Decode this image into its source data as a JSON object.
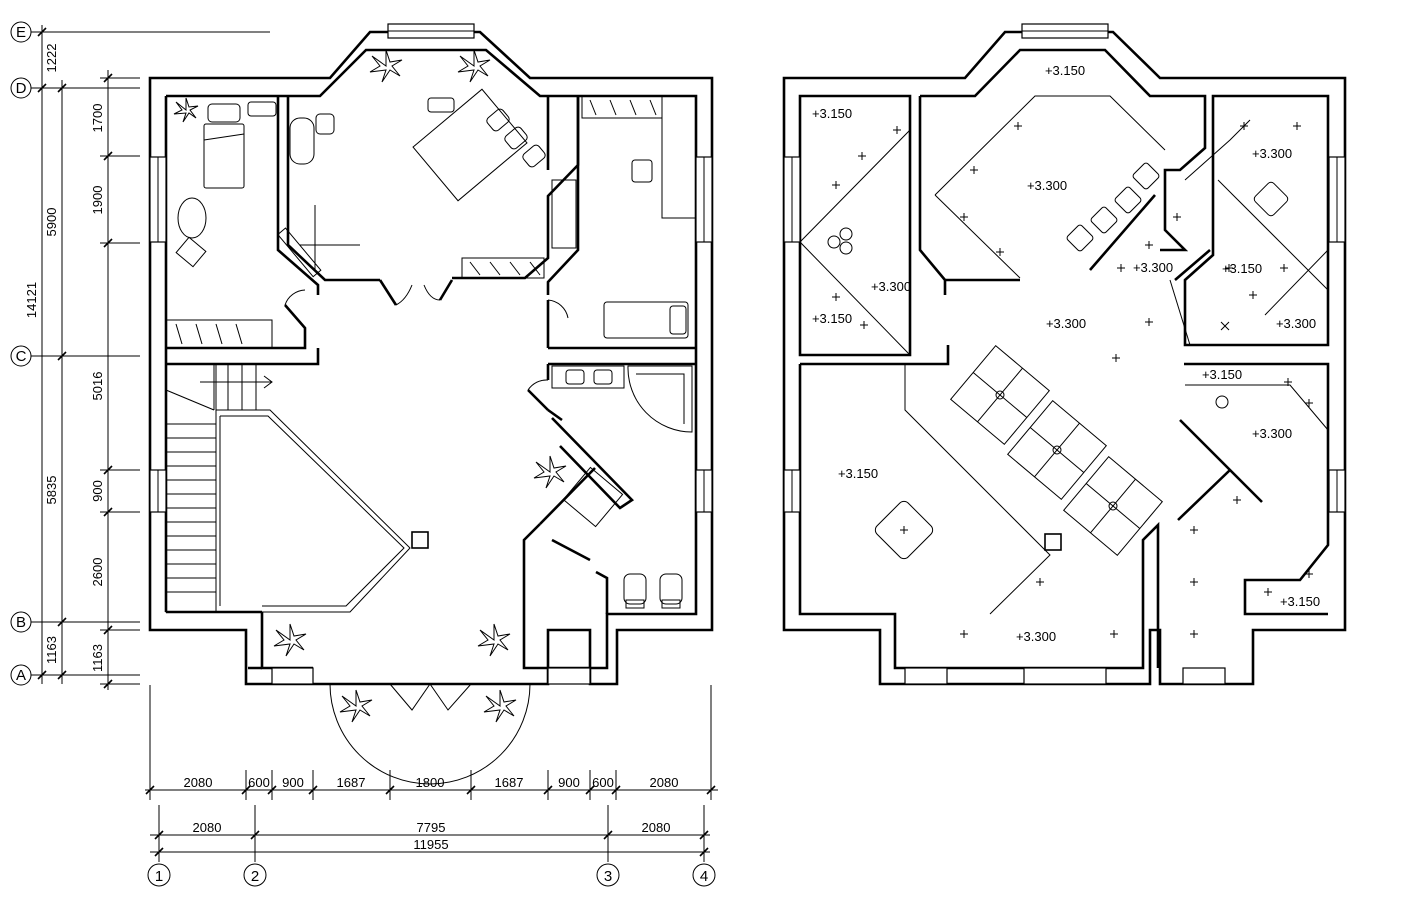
{
  "axes": {
    "rows": [
      "E",
      "D",
      "C",
      "B",
      "A"
    ],
    "cols": [
      "1",
      "2",
      "3",
      "4"
    ]
  },
  "left_dims": {
    "inner": [
      "1222",
      "1700",
      "1900",
      "5016",
      "900",
      "2600",
      "1163",
      "1163"
    ],
    "mid": [
      "5900",
      "5835"
    ],
    "total": "14121"
  },
  "bottom_dims": {
    "row1": [
      "2080",
      "600",
      "900",
      "1687",
      "1800",
      "1687",
      "900",
      "600",
      "2080"
    ],
    "row2": [
      "2080",
      "7795",
      "2080"
    ],
    "total": "11955"
  },
  "ceiling_levels": [
    "+3.150",
    "+3.150",
    "+3.300",
    "+3.300",
    "+3.150",
    "+3.300",
    "+3.300",
    "+3.150",
    "+3.300",
    "+3.300",
    "+3.150",
    "+3.300",
    "+3.150",
    "+3.300",
    "+3.150"
  ],
  "icons": [
    "plant-icon",
    "bed-icon",
    "light-fixture-icon",
    "stair-icon",
    "door-icon",
    "window-icon"
  ]
}
